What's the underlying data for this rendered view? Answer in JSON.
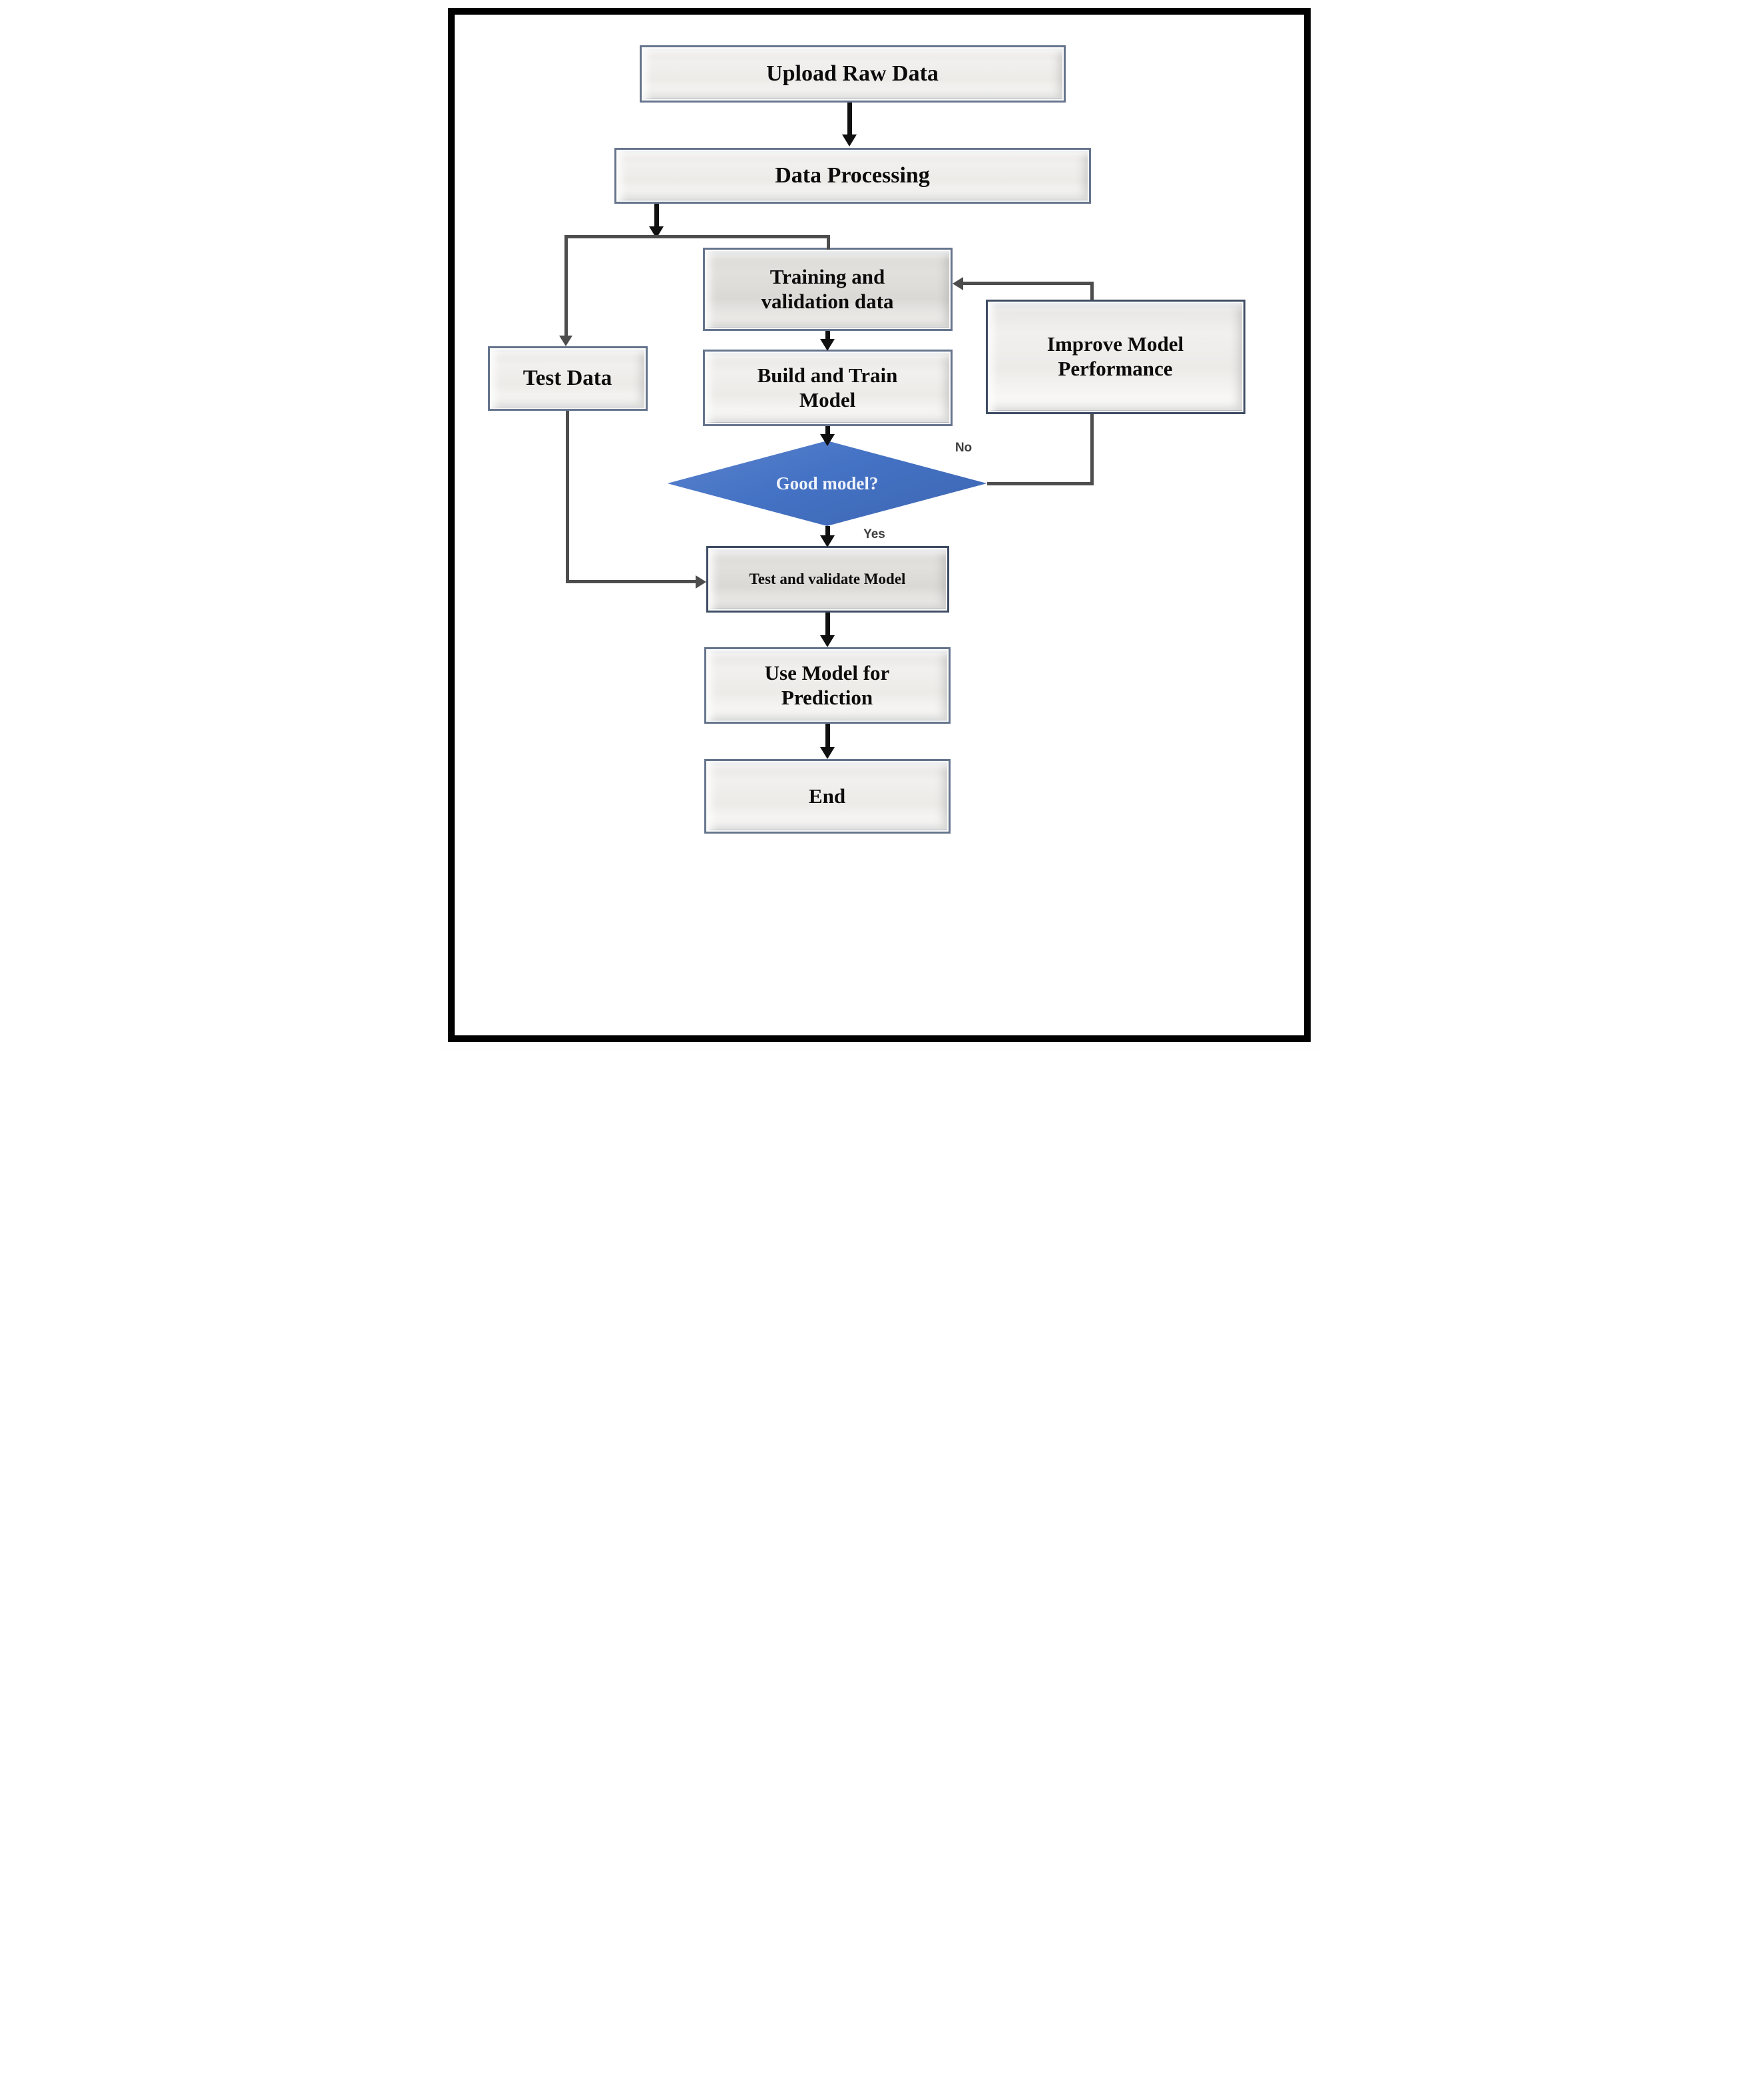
{
  "diagram": {
    "type": "flowchart",
    "nodes": {
      "upload": {
        "label": "Upload Raw Data"
      },
      "processing": {
        "label": "Data Processing"
      },
      "training": {
        "label": "Training and validation data"
      },
      "test_data": {
        "label": "Test Data"
      },
      "build": {
        "label": "Build and Train Model"
      },
      "improve": {
        "label": "Improve Model Performance"
      },
      "decision": {
        "label": "Good model?"
      },
      "test_validate": {
        "label": "Test and validate Model"
      },
      "use_model": {
        "label": "Use Model for Prediction"
      },
      "end": {
        "label": "End"
      }
    },
    "edge_labels": {
      "no": "No",
      "yes": "Yes"
    },
    "edges": [
      {
        "from": "Upload Raw Data",
        "to": "Data Processing"
      },
      {
        "from": "Data Processing",
        "to": "Test Data"
      },
      {
        "from": "Data Processing",
        "to": "Training and validation data"
      },
      {
        "from": "Training and validation data",
        "to": "Build and Train Model"
      },
      {
        "from": "Build and Train Model",
        "to": "Good model?"
      },
      {
        "from": "Good model?",
        "to": "Improve Model Performance",
        "label": "No"
      },
      {
        "from": "Improve Model Performance",
        "to": "Training and validation data"
      },
      {
        "from": "Good model?",
        "to": "Test and validate Model",
        "label": "Yes"
      },
      {
        "from": "Test Data",
        "to": "Test and validate Model"
      },
      {
        "from": "Test and validate Model",
        "to": "Use Model for Prediction"
      },
      {
        "from": "Use Model for Prediction",
        "to": "End"
      }
    ],
    "colors": {
      "decision_fill": "#4472c4",
      "decision_text": "#eef2fb",
      "box_border": "#66758d",
      "box_border_dark": "#3e4c63",
      "box_fill_light": "#f2f0ee",
      "box_fill_gray": "#dedcd9",
      "frame": "#000000",
      "arrow_main": "#101010",
      "connector": "#4d4d4d",
      "text": "#0c0c0c"
    }
  }
}
